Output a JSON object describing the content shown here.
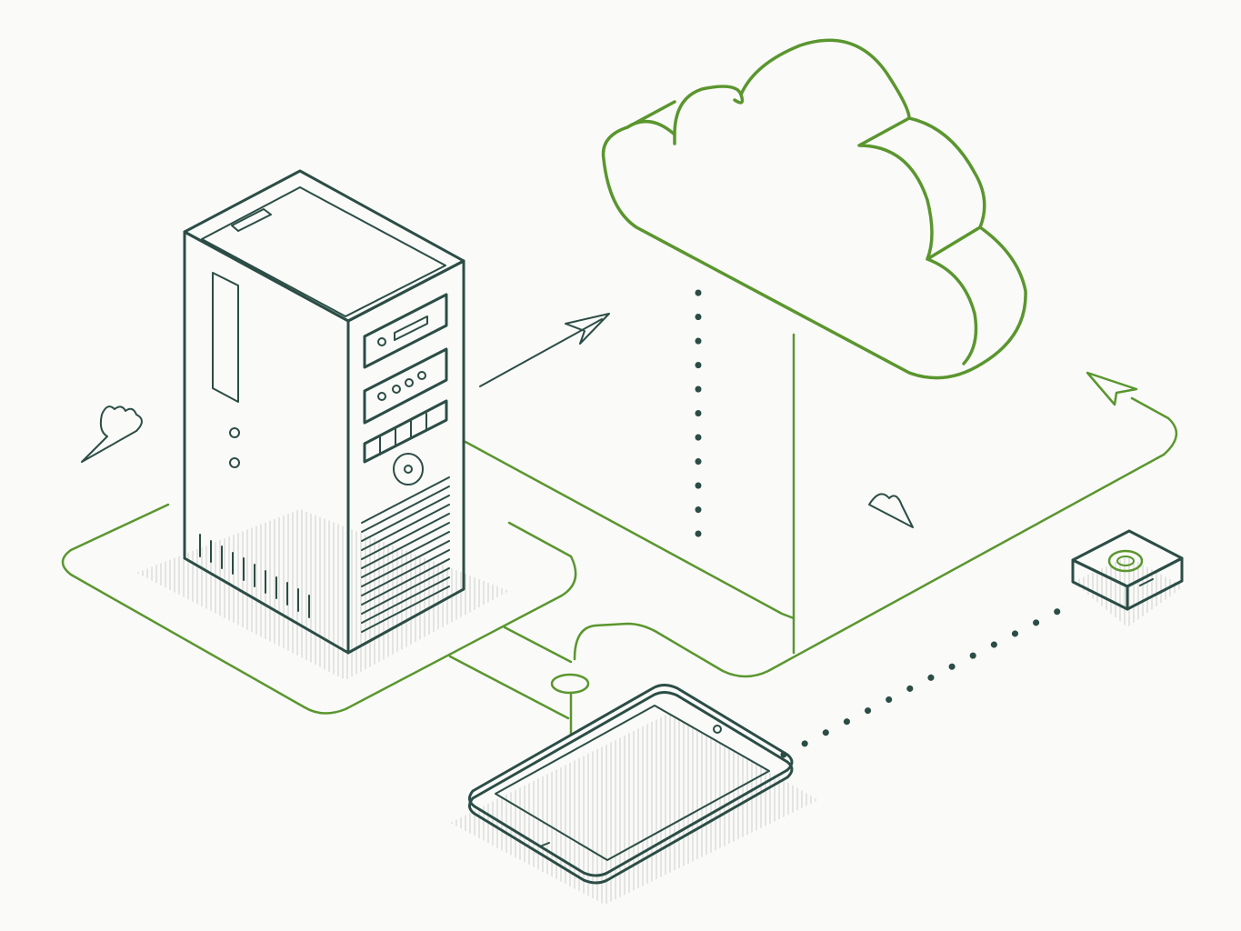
{
  "diagram": {
    "nodes": [
      {
        "id": "server",
        "icon": "server-tower-icon"
      },
      {
        "id": "cloud",
        "icon": "cloud-icon"
      },
      {
        "id": "tablet",
        "icon": "tablet-icon"
      },
      {
        "id": "router",
        "icon": "network-device-icon"
      }
    ],
    "connections": [
      {
        "from": "server",
        "to": "cloud",
        "style": "arrow"
      },
      {
        "from": "server",
        "to": "tablet",
        "style": "solid"
      },
      {
        "from": "cloud",
        "to": "network",
        "style": "solid"
      },
      {
        "from": "cloud",
        "to": "network",
        "style": "dotted"
      },
      {
        "from": "network",
        "to": "cloud",
        "style": "arrow"
      },
      {
        "from": "tablet",
        "to": "router",
        "style": "dotted"
      }
    ],
    "decorations": [
      "small-cloud-icon",
      "small-cloud-icon"
    ]
  },
  "colors": {
    "background": "#fafaf9",
    "line_dark": "#2b4d45",
    "accent_green": "#5a962e",
    "panel_fill": "#a9cfb0"
  }
}
